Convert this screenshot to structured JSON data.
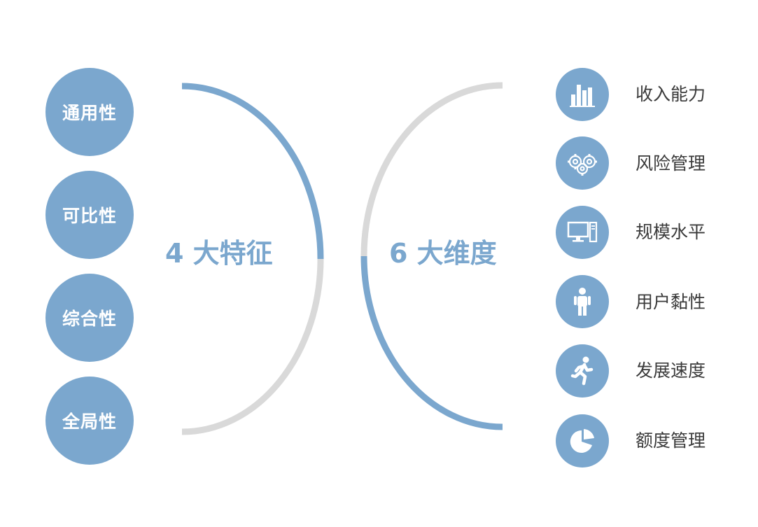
{
  "colors": {
    "accent": "#7ba7ce",
    "track": "#d9d9d9",
    "text": "#3a3a3a"
  },
  "features": {
    "title": "4 大特征",
    "items": [
      "通用性",
      "可比性",
      "综合性",
      "全局性"
    ]
  },
  "dimensions": {
    "title": "6 大维度",
    "items": [
      {
        "label": "收入能力",
        "icon": "bar-chart-icon"
      },
      {
        "label": "风险管理",
        "icon": "gears-icon"
      },
      {
        "label": "规模水平",
        "icon": "computer-icon"
      },
      {
        "label": "用户黏性",
        "icon": "person-icon"
      },
      {
        "label": "发展速度",
        "icon": "running-person-icon"
      },
      {
        "label": "额度管理",
        "icon": "pie-chart-icon"
      }
    ]
  }
}
